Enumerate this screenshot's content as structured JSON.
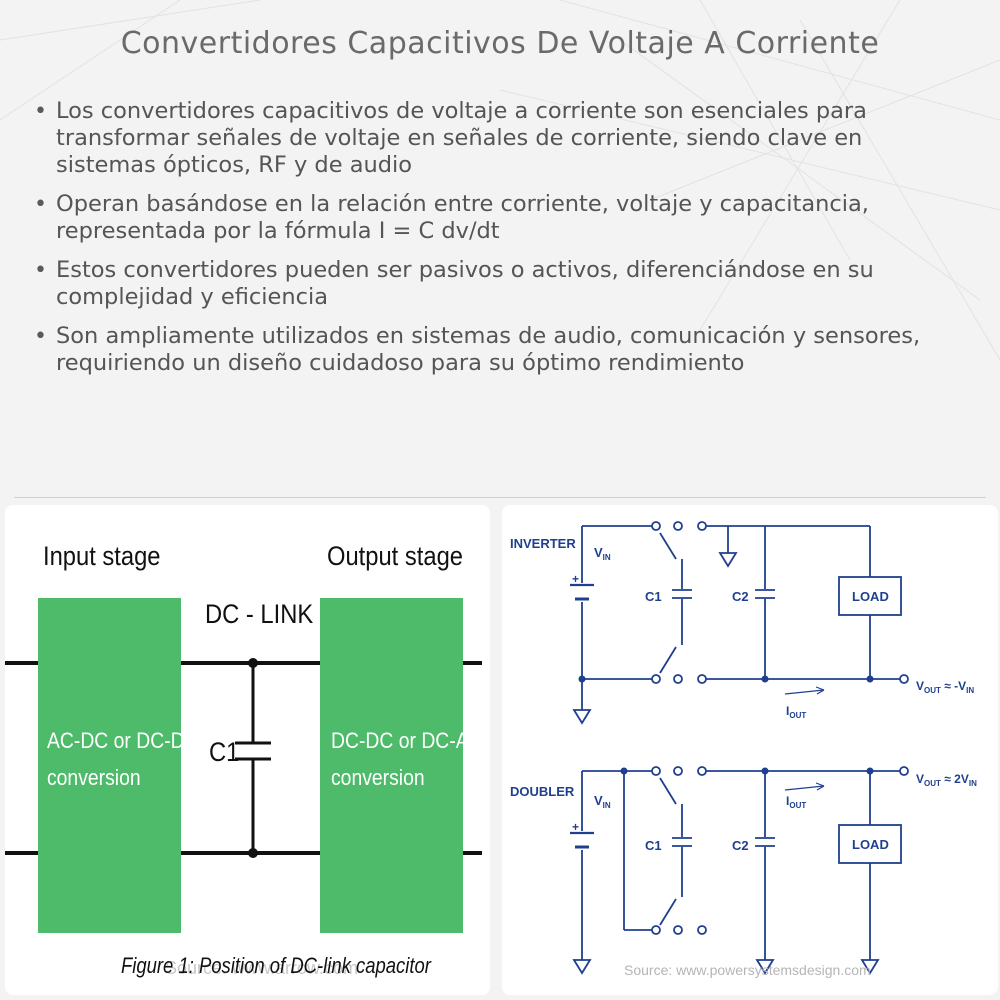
{
  "title": "Convertidores Capacitivos De Voltaje A Corriente",
  "bullets": [
    "Los convertidores capacitivos de voltaje a corriente son esenciales para transformar señales de voltaje en señales de corriente, siendo clave en sistemas ópticos, RF y de audio",
    "Operan basándose en la relación entre corriente, voltaje y capacitancia, representada por la fórmula I = C dv/dt",
    "Estos convertidores pueden ser pasivos o activos, diferenciándose en su complejidad y eficiencia",
    "Son ampliamente utilizados en sistemas de audio, comunicación y sensores, requiriendo un diseño cuidadoso para su óptimo rendimiento"
  ],
  "left_diagram": {
    "input_stage": "Input stage",
    "output_stage": "Output stage",
    "dc_link": "DC - LINK",
    "capacitor": "C1",
    "input_box": [
      "AC-DC or DC-DC",
      "conversion"
    ],
    "output_box": [
      "DC-DC or DC-AC",
      "conversion"
    ],
    "caption": "Figure 1: Position of DC-link capacitor",
    "source_watermark": "Source: www.arrow.com",
    "box_color": "#4dbb6a"
  },
  "right_diagram": {
    "inverter": {
      "label": "INVERTER",
      "vin": "V",
      "vin_sub": "IN",
      "c1": "C1",
      "c2": "C2",
      "load": "LOAD",
      "vout": "V",
      "vout_sub": "OUT",
      "vout_rel": " ≈ -V",
      "vout_rel_sub": "IN",
      "iout": "I",
      "iout_sub": "OUT",
      "plus": "+"
    },
    "doubler": {
      "label": "DOUBLER",
      "vin": "V",
      "vin_sub": "IN",
      "c1": "C1",
      "c2": "C2",
      "load": "LOAD",
      "vout": "V",
      "vout_sub": "OUT",
      "vout_rel": " ≈ 2V",
      "vout_rel_sub": "IN",
      "iout": "I",
      "iout_sub": "OUT",
      "plus": "+"
    },
    "source": "Source: www.powersystemsdesign.com",
    "line_color": "#1f3f8f"
  }
}
